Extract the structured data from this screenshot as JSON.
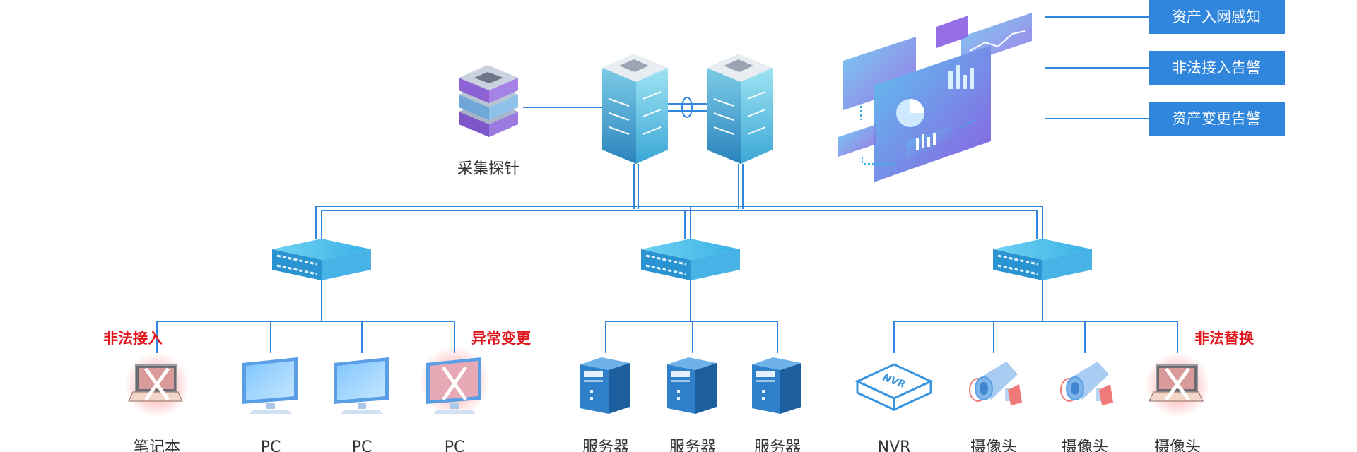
{
  "colors": {
    "line": "#2f86dc",
    "button_bg": "#2f86dc",
    "alert": "#e0151b",
    "label": "#333333"
  },
  "probe": {
    "label": "采集探针",
    "icon": "probe-stack-icon"
  },
  "core": {
    "icons": [
      "server-tower-icon",
      "server-tower-icon"
    ]
  },
  "dashboard": {
    "icon": "analytics-dashboard-icon"
  },
  "buttons": [
    "资产入网感知",
    "非法接入告警",
    "资产变更告警"
  ],
  "groups": [
    {
      "alert_left": "非法接入",
      "alert_right": "异常变更",
      "devices": [
        {
          "label": "笔记本",
          "icon": "laptop-icon",
          "status": "blocked"
        },
        {
          "label": "PC",
          "icon": "monitor-icon",
          "status": "normal"
        },
        {
          "label": "PC",
          "icon": "monitor-icon",
          "status": "normal"
        },
        {
          "label": "PC",
          "icon": "monitor-icon",
          "status": "blocked"
        }
      ]
    },
    {
      "devices": [
        {
          "label": "服务器",
          "icon": "server-icon",
          "status": "normal"
        },
        {
          "label": "服务器",
          "icon": "server-icon",
          "status": "normal"
        },
        {
          "label": "服务器",
          "icon": "server-icon",
          "status": "normal"
        }
      ]
    },
    {
      "alert_right": "非法替换",
      "devices": [
        {
          "label": "NVR",
          "icon": "nvr-icon",
          "status": "normal"
        },
        {
          "label": "摄像头",
          "icon": "camera-icon",
          "status": "normal"
        },
        {
          "label": "摄像头",
          "icon": "camera-icon",
          "status": "normal"
        },
        {
          "label": "摄像头",
          "icon": "laptop-icon",
          "status": "blocked"
        }
      ]
    }
  ]
}
